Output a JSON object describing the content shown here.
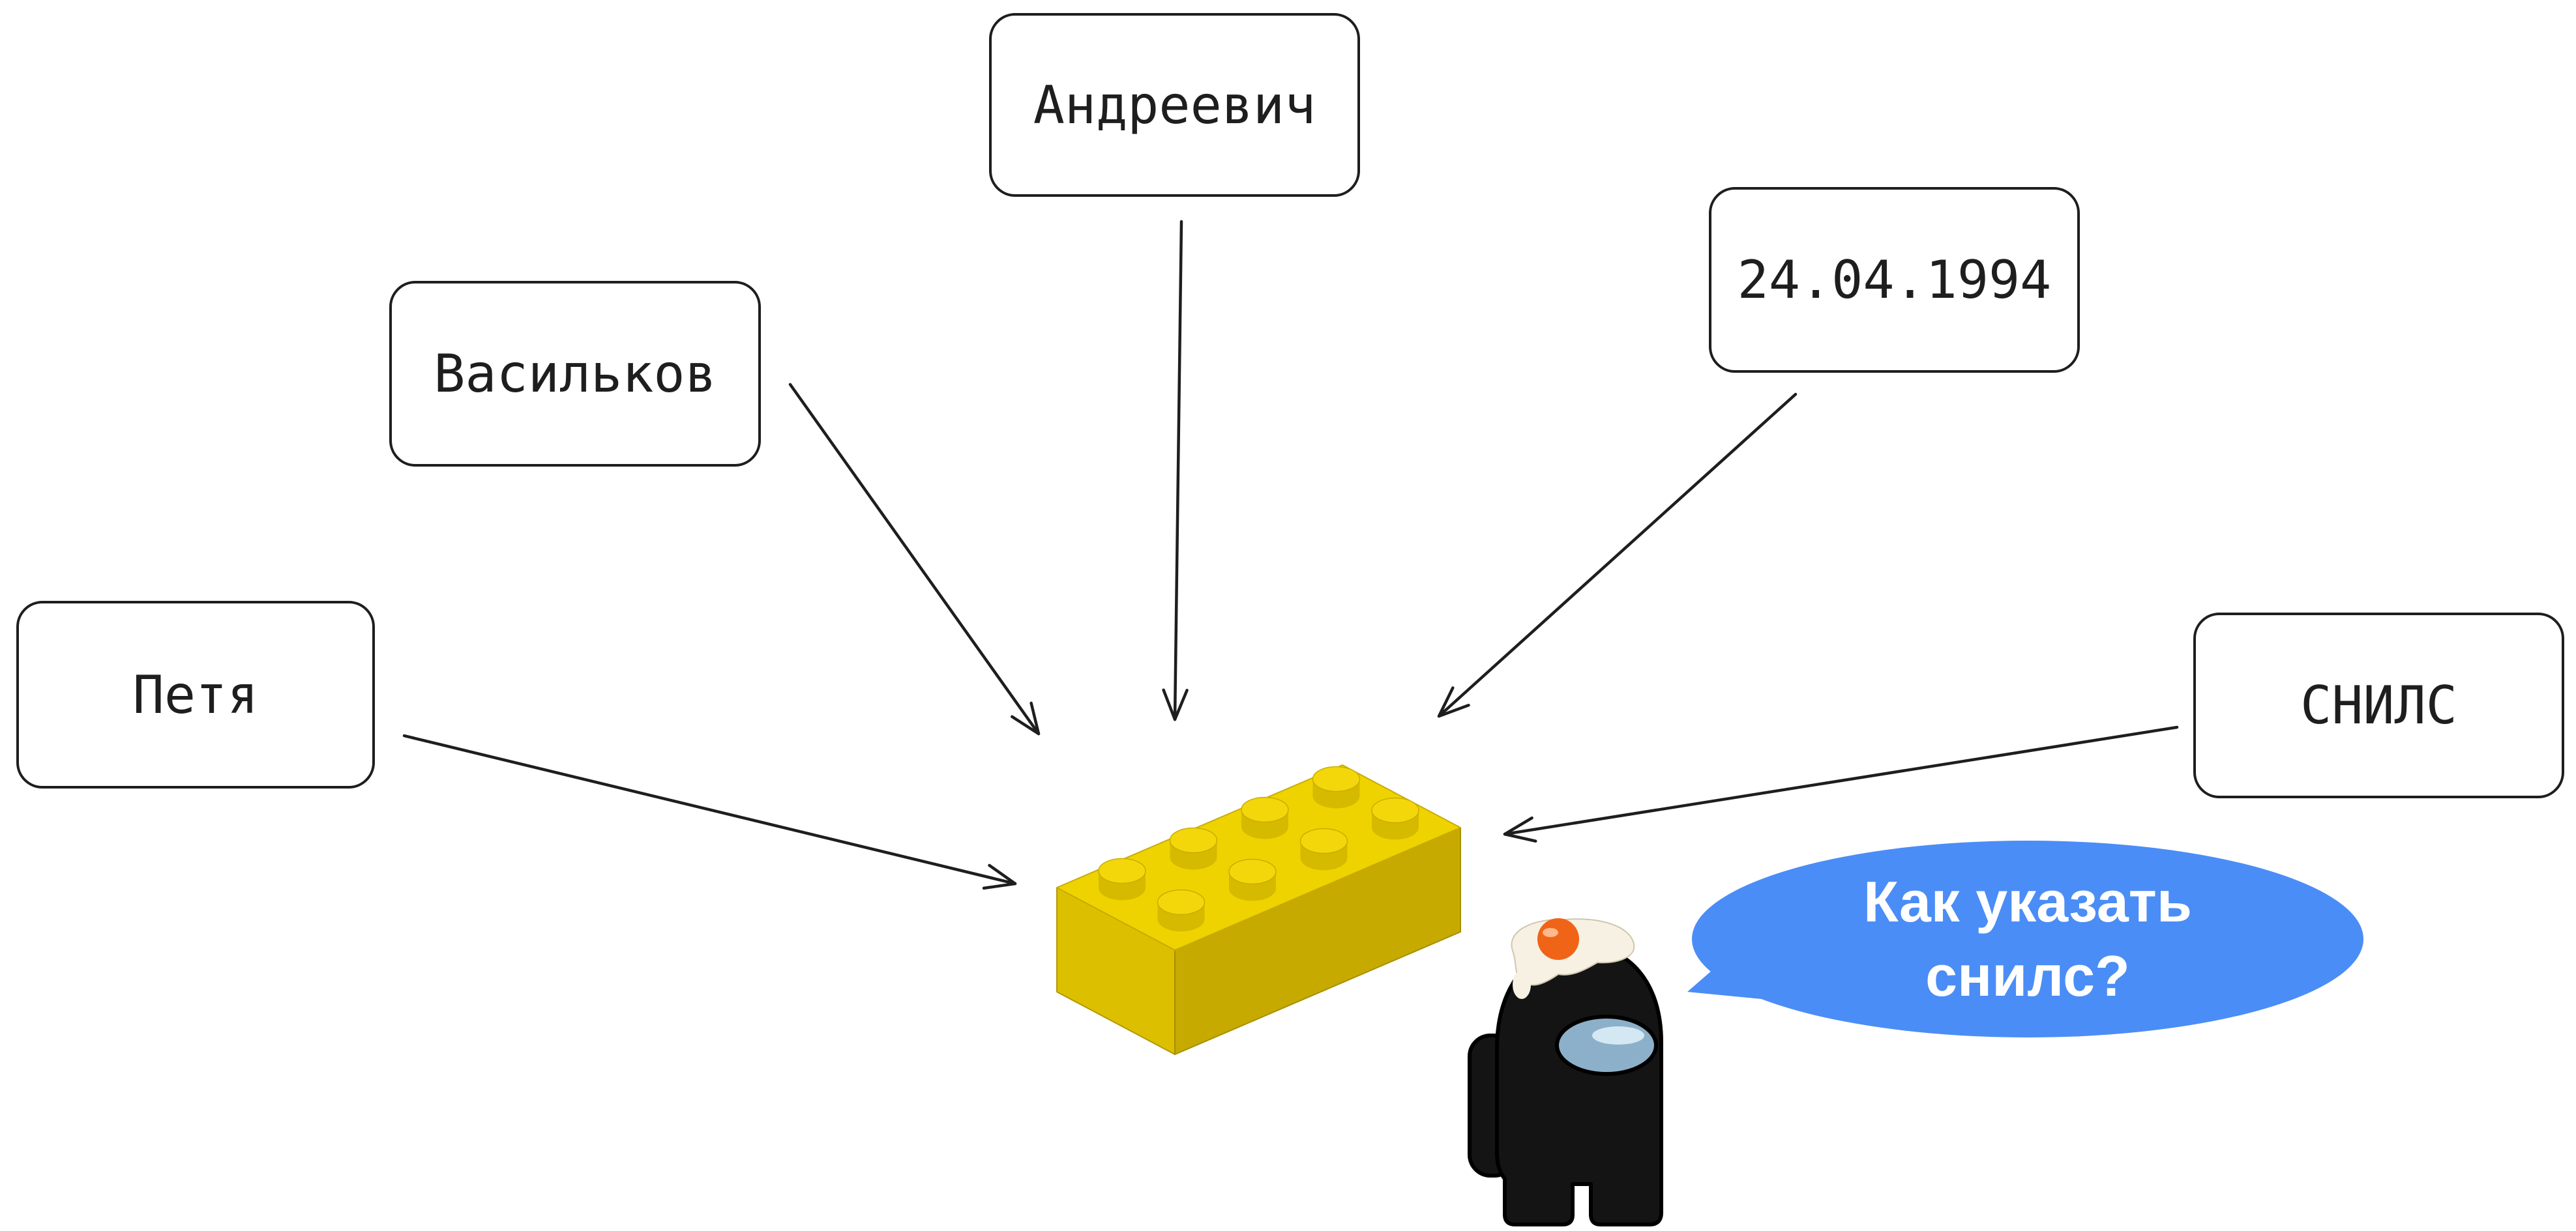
{
  "boxes": [
    {
      "label": "Андреевич"
    },
    {
      "label": "Васильков"
    },
    {
      "label": "24.04.1994"
    },
    {
      "label": "Петя"
    },
    {
      "label": "СНИЛС"
    }
  ],
  "speech_bubble": {
    "line1": "Как указать",
    "line2": "снилс?"
  },
  "colors": {
    "stroke": "#1e1e1e",
    "box_fill": "#ffffff",
    "bubble": "#4a8df6",
    "bubble_text": "#ffffff",
    "brick_top": "#efd300",
    "brick_left": "#dcc000",
    "brick_right": "#c6aa00",
    "stud_top": "#f3d70a",
    "stud_side": "#d6ba00",
    "crewmate_body": "#141414",
    "visor": "#8cb0c9",
    "yolk": "#f06418",
    "egg_white": "#f7f1e3"
  },
  "icons": {
    "brick": "lego-brick-icon",
    "character": "among-us-crewmate-icon"
  }
}
